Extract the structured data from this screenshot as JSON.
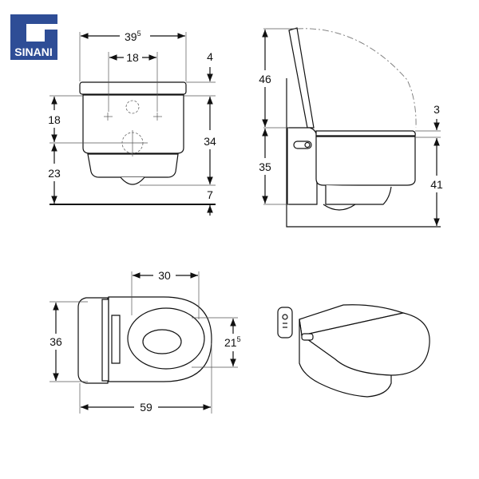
{
  "logo": {
    "text": "SINANI",
    "color": "#2e4d96"
  },
  "front_view": {
    "width_main": "39",
    "width_sup": "5",
    "fixing_distance": "18",
    "seat_height_top": "4",
    "fixing_height": "18",
    "body_height": "34",
    "drain_height": "23",
    "floor_gap": "7"
  },
  "side_view": {
    "lid_height": "46",
    "seat_thickness": "3",
    "tank_height": "35",
    "seat_height_floor": "41"
  },
  "top_view": {
    "width_seat": "30",
    "depth_36": "36",
    "bowl_main": "21",
    "bowl_sup": "5",
    "length_total": "59"
  }
}
